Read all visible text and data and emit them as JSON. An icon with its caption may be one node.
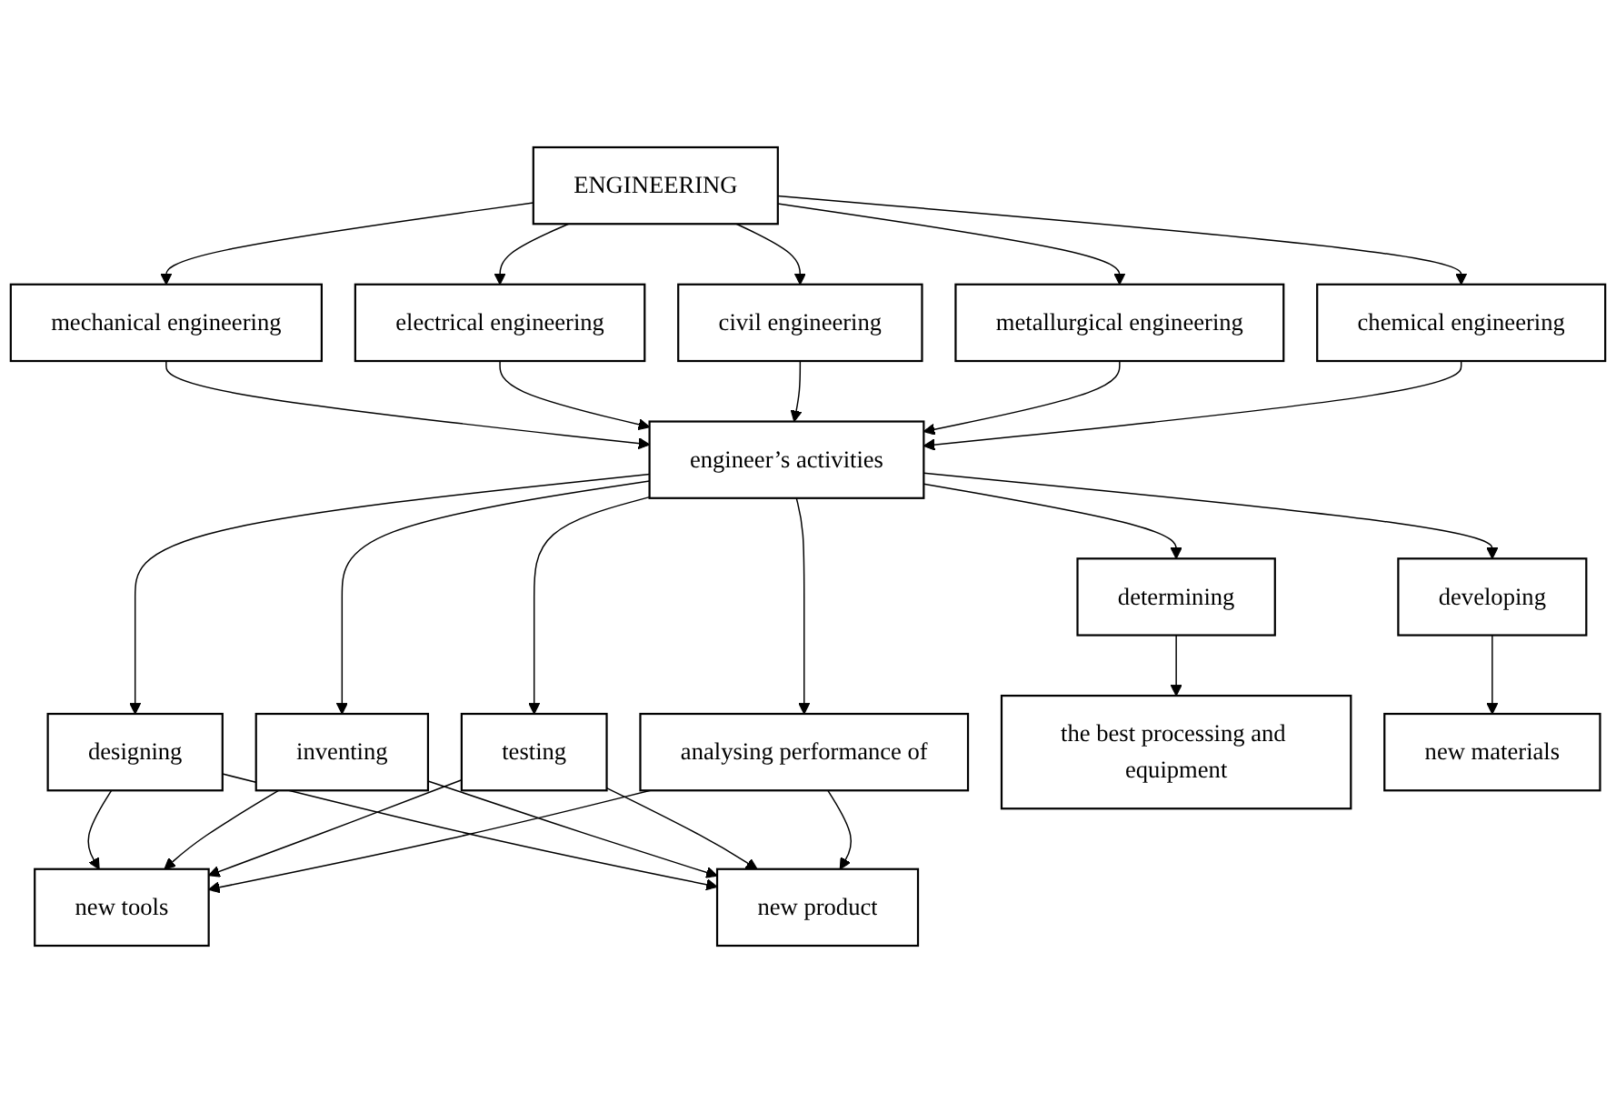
{
  "diagram": {
    "nodes": [
      {
        "text": [
          "ENGINEERING"
        ]
      },
      {
        "text": [
          "mechanical engineering"
        ]
      },
      {
        "text": [
          "civil engineering"
        ]
      },
      {
        "text": [
          "chemical engineering"
        ]
      },
      {
        "text": [
          "electrical engineering"
        ]
      },
      {
        "text": [
          "metallurgical engineering"
        ]
      },
      {
        "text": [
          "engineer’s activities"
        ]
      },
      {
        "text": [
          "designing"
        ]
      },
      {
        "text": [
          "testing"
        ]
      },
      {
        "text": [
          "determining"
        ]
      },
      {
        "text": [
          "inventing"
        ]
      },
      {
        "text": [
          "analysing performance of"
        ]
      },
      {
        "text": [
          "developing"
        ]
      },
      {
        "text": [
          "new tools"
        ]
      },
      {
        "text": [
          "new product"
        ]
      },
      {
        "text": [
          "the best processing and equipment"
        ]
      },
      {
        "text": [
          "new materials"
        ]
      }
    ],
    "edges": [
      {
        "from": 0,
        "to": 1,
        "arrow": "to"
      },
      {
        "from": 0,
        "to": 4,
        "arrow": "to"
      },
      {
        "from": 0,
        "to": 2,
        "arrow": "to"
      },
      {
        "from": 0,
        "to": 5,
        "arrow": "to"
      },
      {
        "from": 0,
        "to": 3,
        "arrow": "to"
      },
      {
        "from": 1,
        "to": 6,
        "arrow": "to"
      },
      {
        "from": 4,
        "to": 6,
        "arrow": "to"
      },
      {
        "from": 2,
        "to": 6,
        "arrow": "to"
      },
      {
        "from": 5,
        "to": 6,
        "arrow": "to"
      },
      {
        "from": 3,
        "to": 6,
        "arrow": "to"
      },
      {
        "from": 6,
        "to": 7,
        "arrow": "to"
      },
      {
        "from": 6,
        "to": 10,
        "arrow": "to"
      },
      {
        "from": 6,
        "to": 8,
        "arrow": "to"
      },
      {
        "from": 6,
        "to": 11,
        "arrow": "to"
      },
      {
        "from": 6,
        "to": 9,
        "arrow": "to"
      },
      {
        "from": 6,
        "to": 12,
        "arrow": "to"
      },
      {
        "from": 7,
        "to": 13,
        "arrow": "to"
      },
      {
        "from": 7,
        "to": 14,
        "arrow": "to"
      },
      {
        "from": 10,
        "to": 13,
        "arrow": "to"
      },
      {
        "from": 10,
        "to": 14,
        "arrow": "to"
      },
      {
        "from": 8,
        "to": 13,
        "arrow": "to"
      },
      {
        "from": 8,
        "to": 14,
        "arrow": "to"
      },
      {
        "from": 11,
        "to": 13,
        "arrow": "to"
      },
      {
        "from": 11,
        "to": 14,
        "arrow": "to"
      },
      {
        "from": 9,
        "to": 15,
        "arrow": "to"
      },
      {
        "from": 12,
        "to": 16,
        "arrow": "to"
      }
    ]
  }
}
